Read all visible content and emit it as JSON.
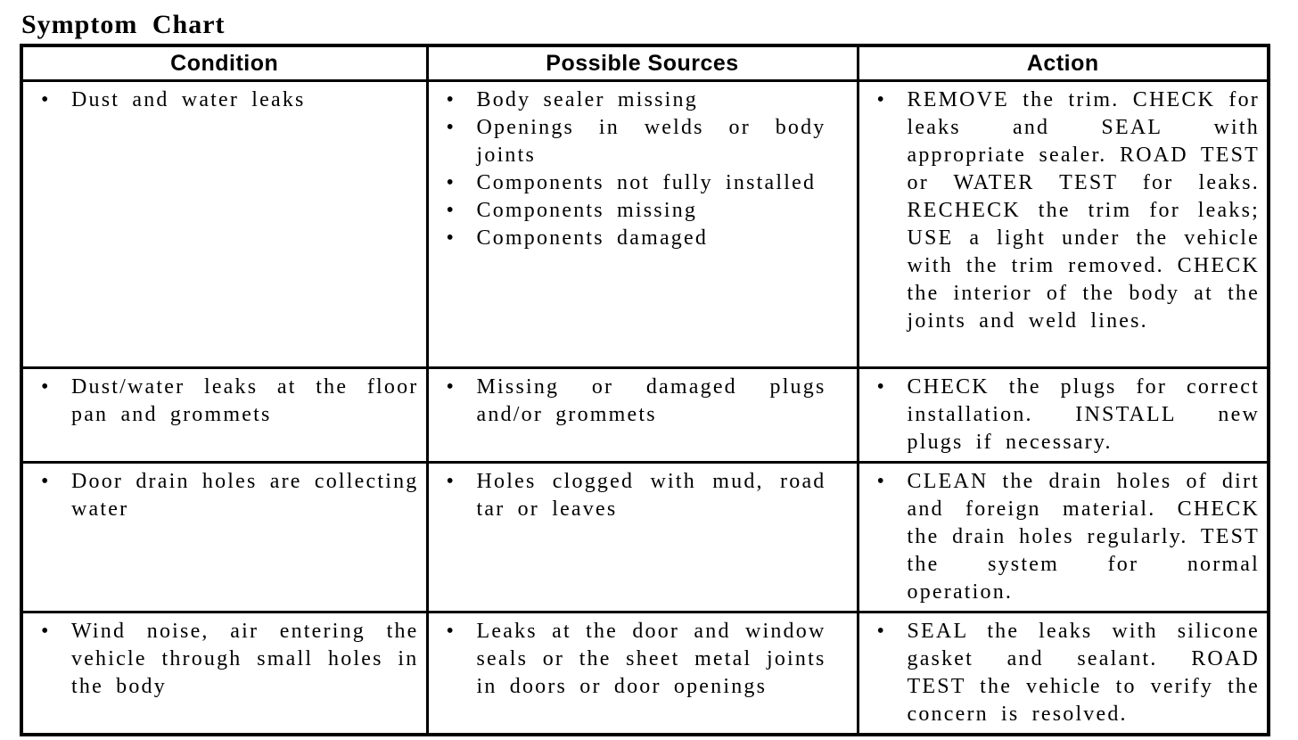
{
  "page_title": "Symptom Chart",
  "glyphs": {
    "bullet": "•"
  },
  "table": {
    "headers": [
      "Condition",
      "Possible Sources",
      "Action"
    ],
    "rows": [
      {
        "condition": [
          "Dust and water leaks"
        ],
        "sources": [
          "Body sealer missing",
          "Openings in welds or body joints",
          "Components not fully installed",
          "Components missing",
          "Components damaged"
        ],
        "action": [
          "REMOVE the trim. CHECK for leaks and SEAL with appropriate sealer. ROAD TEST or WATER TEST for leaks. RECHECK the trim for leaks; USE a light under the vehicle with the trim removed. CHECK the interior of the body at the joints and weld lines."
        ]
      },
      {
        "condition": [
          "Dust/water leaks at the floor pan and grommets"
        ],
        "sources": [
          "Missing or damaged plugs and/or grommets"
        ],
        "action": [
          "CHECK the plugs for correct installation. INSTALL new plugs if necessary."
        ]
      },
      {
        "condition": [
          "Door drain holes are collecting water"
        ],
        "sources": [
          "Holes clogged with mud, road tar or leaves"
        ],
        "action": [
          "CLEAN the drain holes of dirt and foreign material. CHECK the drain holes regularly. TEST the system for normal operation."
        ]
      },
      {
        "condition": [
          "Wind noise, air entering the vehicle through small holes in the body"
        ],
        "sources": [
          "Leaks at the door and window seals or the sheet metal joints in doors or door openings"
        ],
        "action": [
          "SEAL the leaks with silicone gasket and sealant. ROAD TEST the vehicle to verify the concern is resolved."
        ]
      }
    ]
  }
}
